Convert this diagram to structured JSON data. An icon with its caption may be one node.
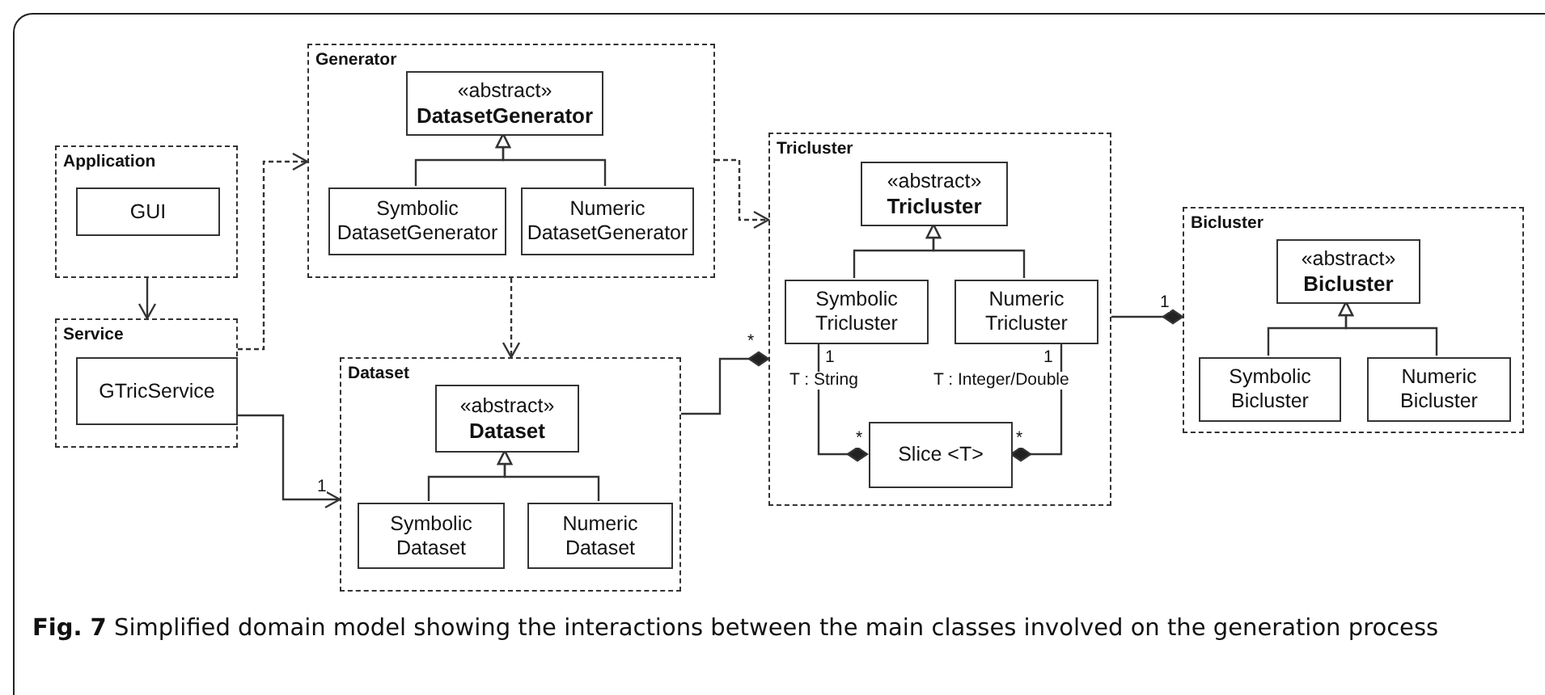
{
  "diagram": {
    "caption": "**Fig. 7** Simplified domain model showing the interactions between the main classes involved on the generation process",
    "nodes": [
      {
        "text": [
          "Application"
        ]
      },
      {
        "text": [
          "GUI"
        ],
        "in": 0
      },
      {
        "text": [
          "Service"
        ]
      },
      {
        "text": [
          "GTricService"
        ],
        "in": 2
      },
      {
        "text": [
          "Generator"
        ]
      },
      {
        "text": [
          "«abstract»",
          "DatasetGenerator"
        ],
        "in": 4
      },
      {
        "text": [
          "Symbolic DatasetGenerator"
        ],
        "in": 4
      },
      {
        "text": [
          "Numeric DatasetGenerator"
        ],
        "in": 4
      },
      {
        "text": [
          "Dataset"
        ]
      },
      {
        "text": [
          "«abstract»",
          "Dataset"
        ],
        "in": 8
      },
      {
        "text": [
          "Symbolic Dataset"
        ],
        "in": 8
      },
      {
        "text": [
          "Numeric Dataset"
        ],
        "in": 8
      },
      {
        "text": [
          "Tricluster"
        ]
      },
      {
        "text": [
          "«abstract»",
          "Tricluster"
        ],
        "in": 12
      },
      {
        "text": [
          "Symbolic Tricluster"
        ],
        "in": 12
      },
      {
        "text": [
          "Numeric Tricluster"
        ],
        "in": 12
      },
      {
        "text": [
          "Slice <T>"
        ],
        "in": 12
      },
      {
        "text": [
          "Bicluster"
        ]
      },
      {
        "text": [
          "«abstract»",
          "Bicluster"
        ],
        "in": 17
      },
      {
        "text": [
          "Symbolic Bicluster"
        ],
        "in": 17
      },
      {
        "text": [
          "Numeric Bicluster"
        ],
        "in": 17
      }
    ],
    "edges": [
      {
        "from": 0,
        "to": 2,
        "arrow": "to"
      },
      {
        "from": 2,
        "to": 4,
        "arrow": "to",
        "style": "dashed"
      },
      {
        "from": 3,
        "to": 8,
        "arrow": "to",
        "label": "1"
      },
      {
        "from": 4,
        "to": 8,
        "arrow": "to",
        "style": "dashed"
      },
      {
        "from": 4,
        "to": 12,
        "arrow": "to",
        "style": "dashed"
      },
      {
        "from": 8,
        "to": 12,
        "arrow": "other",
        "label": "*"
      },
      {
        "from": 14,
        "to": 16,
        "arrow": "other",
        "label": "T : String"
      },
      {
        "from": 15,
        "to": 16,
        "arrow": "other",
        "label": "T : Integer/Double"
      },
      {
        "from": 12,
        "to": 17,
        "arrow": "other",
        "label": "1"
      },
      {
        "from": 6,
        "to": 5,
        "arrow": "to"
      },
      {
        "from": 7,
        "to": 5,
        "arrow": "to"
      },
      {
        "from": 10,
        "to": 9,
        "arrow": "to"
      },
      {
        "from": 11,
        "to": 9,
        "arrow": "to"
      },
      {
        "from": 14,
        "to": 13,
        "arrow": "to"
      },
      {
        "from": 15,
        "to": 13,
        "arrow": "to"
      },
      {
        "from": 19,
        "to": 18,
        "arrow": "to"
      },
      {
        "from": 20,
        "to": 18,
        "arrow": "to"
      }
    ],
    "labels": [
      "1",
      "1",
      "*",
      "*"
    ]
  }
}
